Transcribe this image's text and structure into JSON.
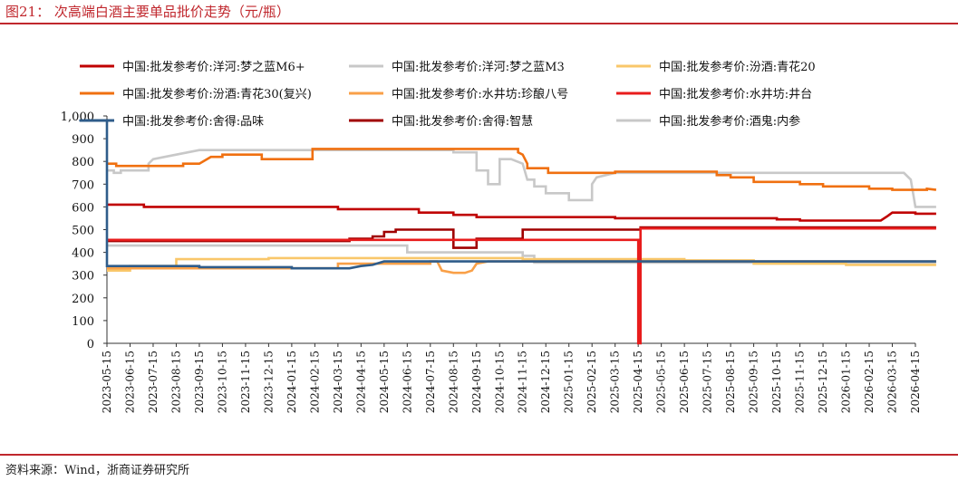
{
  "figure_title": "图21： 次高端白酒主要单品批价走势（元/瓶）",
  "source_note": "资料来源：Wind，浙商证券研究所",
  "chart_data": {
    "type": "line",
    "title": "",
    "xlabel": "",
    "ylabel": "",
    "ylim": [
      0,
      1000
    ],
    "yticks": [
      "0",
      "100",
      "200",
      "300",
      "400",
      "500",
      "600",
      "700",
      "800",
      "900",
      "1,000"
    ],
    "xticks": [
      "2023-05-15",
      "2023-06-15",
      "2023-07-15",
      "2023-08-15",
      "2023-09-15",
      "2023-10-15",
      "2023-11-15",
      "2023-12-15",
      "2024-01-15",
      "2024-02-15",
      "2024-03-15",
      "2024-04-15",
      "2024-05-15",
      "2024-06-15",
      "2024-07-15",
      "2024-08-15",
      "2024-09-15",
      "2024-10-15",
      "2024-11-15",
      "2024-12-15",
      "2025-01-15",
      "2025-02-15",
      "2025-03-15",
      "2025-04-15",
      "2025-05-15",
      "2025-06-15",
      "2025-07-15",
      "2025-08-15",
      "2025-09-15",
      "2025-10-15",
      "2025-11-15",
      "2025-12-15",
      "2026-01-15",
      "2026-02-15",
      "2026-03-15",
      "2026-04-15"
    ],
    "grid": false,
    "legend_position": "top",
    "series": [
      {
        "name": "中国:批发参考价:洋河:梦之蓝M6+",
        "color": "#c00000",
        "width": 2.6,
        "points": [
          [
            0,
            610
          ],
          [
            1.6,
            610
          ],
          [
            1.6,
            600
          ],
          [
            10,
            600
          ],
          [
            10,
            590
          ],
          [
            13.5,
            590
          ],
          [
            13.5,
            575
          ],
          [
            15,
            575
          ],
          [
            15,
            565
          ],
          [
            16,
            565
          ],
          [
            16,
            555
          ],
          [
            22,
            555
          ],
          [
            22,
            550
          ],
          [
            29,
            550
          ],
          [
            29,
            545
          ],
          [
            30,
            545
          ],
          [
            30,
            540
          ],
          [
            33.5,
            540
          ],
          [
            33.8,
            560
          ],
          [
            34,
            575
          ],
          [
            35,
            575
          ],
          [
            35,
            570
          ],
          [
            35.9,
            570
          ]
        ]
      },
      {
        "name": "中国:批发参考价:洋河:梦之蓝M3",
        "color": "#c8c8c8",
        "width": 2.6,
        "points": [
          [
            0,
            430
          ],
          [
            13,
            430
          ],
          [
            13,
            400
          ],
          [
            18,
            400
          ],
          [
            18,
            385
          ],
          [
            18.5,
            385
          ],
          [
            18.5,
            355
          ],
          [
            35.9,
            355
          ]
        ]
      },
      {
        "name": "中国:批发参考价:汾酒:青花20",
        "color": "#f9c76a",
        "width": 2.6,
        "points": [
          [
            0,
            320
          ],
          [
            1,
            320
          ],
          [
            1,
            340
          ],
          [
            3,
            340
          ],
          [
            3,
            370
          ],
          [
            7,
            370
          ],
          [
            7,
            375
          ],
          [
            18,
            375
          ],
          [
            18,
            370
          ],
          [
            25,
            370
          ],
          [
            25,
            365
          ],
          [
            28,
            365
          ],
          [
            28,
            350
          ],
          [
            32,
            350
          ],
          [
            32,
            345
          ],
          [
            35.9,
            345
          ]
        ]
      },
      {
        "name": "中国:批发参考价:汾酒:青花30(复兴)",
        "color": "#f07010",
        "width": 2.6,
        "points": [
          [
            0,
            790
          ],
          [
            0.4,
            790
          ],
          [
            0.4,
            780
          ],
          [
            3.3,
            780
          ],
          [
            3.3,
            790
          ],
          [
            4,
            790
          ],
          [
            4.5,
            820
          ],
          [
            5,
            820
          ],
          [
            5,
            830
          ],
          [
            6.7,
            830
          ],
          [
            6.7,
            810
          ],
          [
            8.9,
            810
          ],
          [
            8.9,
            855
          ],
          [
            17.8,
            855
          ],
          [
            17.8,
            840
          ],
          [
            18,
            830
          ],
          [
            18.2,
            790
          ],
          [
            18.2,
            770
          ],
          [
            19.1,
            770
          ],
          [
            19.1,
            750
          ],
          [
            22,
            750
          ],
          [
            22,
            755
          ],
          [
            26.4,
            755
          ],
          [
            26.4,
            740
          ],
          [
            27,
            740
          ],
          [
            27,
            730
          ],
          [
            28,
            730
          ],
          [
            28,
            710
          ],
          [
            30,
            710
          ],
          [
            30,
            700
          ],
          [
            31,
            700
          ],
          [
            31,
            690
          ],
          [
            33,
            690
          ],
          [
            33,
            680
          ],
          [
            34,
            680
          ],
          [
            34,
            675
          ],
          [
            35.5,
            675
          ],
          [
            35.5,
            680
          ],
          [
            35.9,
            675
          ]
        ]
      },
      {
        "name": "中国:批发参考价:水井坊:珍酿八号",
        "color": "#f9a048",
        "width": 2.6,
        "points": [
          [
            0,
            330
          ],
          [
            10,
            330
          ],
          [
            10,
            350
          ],
          [
            14,
            350
          ],
          [
            14,
            360
          ],
          [
            14.3,
            360
          ],
          [
            14.5,
            320
          ],
          [
            15,
            310
          ],
          [
            15.5,
            310
          ],
          [
            15.8,
            320
          ],
          [
            16,
            350
          ],
          [
            16.5,
            360
          ],
          [
            35.9,
            360
          ]
        ]
      },
      {
        "name": "中国:批发参考价:水井坊:井台",
        "color": "#e81c1c",
        "width": 2.6,
        "points": [
          [
            0,
            455
          ],
          [
            23,
            455
          ],
          [
            23,
            0
          ],
          [
            23.1,
            0
          ],
          [
            23.1,
            505
          ],
          [
            35.9,
            505
          ]
        ]
      },
      {
        "name": "中国:批发参考价:舍得:品味",
        "color": "#2f5c8a",
        "width": 2.6,
        "points": [
          [
            -1.2,
            980
          ],
          [
            0,
            980
          ],
          [
            0,
            340
          ],
          [
            4,
            340
          ],
          [
            4,
            335
          ],
          [
            8,
            335
          ],
          [
            8,
            330
          ],
          [
            10.5,
            330
          ],
          [
            11,
            340
          ],
          [
            11.5,
            345
          ],
          [
            12,
            360
          ],
          [
            35.9,
            360
          ]
        ]
      },
      {
        "name": "中国:批发参考价:舍得:智慧",
        "color": "#a00000",
        "width": 2.6,
        "points": [
          [
            0,
            450
          ],
          [
            10.5,
            450
          ],
          [
            10.5,
            460
          ],
          [
            11.5,
            460
          ],
          [
            11.5,
            470
          ],
          [
            12,
            470
          ],
          [
            12,
            490
          ],
          [
            12.5,
            490
          ],
          [
            12.5,
            500
          ],
          [
            15,
            500
          ],
          [
            15,
            420
          ],
          [
            16,
            420
          ],
          [
            16,
            460
          ],
          [
            18,
            460
          ],
          [
            18,
            500
          ],
          [
            23.1,
            500
          ],
          [
            23.1,
            510
          ],
          [
            35.9,
            510
          ]
        ]
      },
      {
        "name": "中国:批发参考价:酒鬼:内参",
        "color": "#c8c8c8",
        "width": 2.6,
        "points": [
          [
            0,
            760
          ],
          [
            0.3,
            760
          ],
          [
            0.3,
            750
          ],
          [
            0.6,
            750
          ],
          [
            0.6,
            760
          ],
          [
            1.8,
            760
          ],
          [
            1.8,
            790
          ],
          [
            2,
            810
          ],
          [
            2.5,
            820
          ],
          [
            3.5,
            840
          ],
          [
            4,
            850
          ],
          [
            15,
            850
          ],
          [
            15,
            840
          ],
          [
            16,
            840
          ],
          [
            16,
            760
          ],
          [
            16.5,
            760
          ],
          [
            16.5,
            700
          ],
          [
            17,
            700
          ],
          [
            17,
            810
          ],
          [
            17.5,
            810
          ],
          [
            18,
            790
          ],
          [
            18.2,
            720
          ],
          [
            18.5,
            720
          ],
          [
            18.5,
            690
          ],
          [
            19,
            690
          ],
          [
            19,
            660
          ],
          [
            20,
            660
          ],
          [
            20,
            630
          ],
          [
            21,
            630
          ],
          [
            21,
            700
          ],
          [
            21.2,
            730
          ],
          [
            22,
            750
          ],
          [
            34.5,
            750
          ],
          [
            34.8,
            720
          ],
          [
            35,
            600
          ],
          [
            35.9,
            600
          ]
        ]
      }
    ]
  }
}
